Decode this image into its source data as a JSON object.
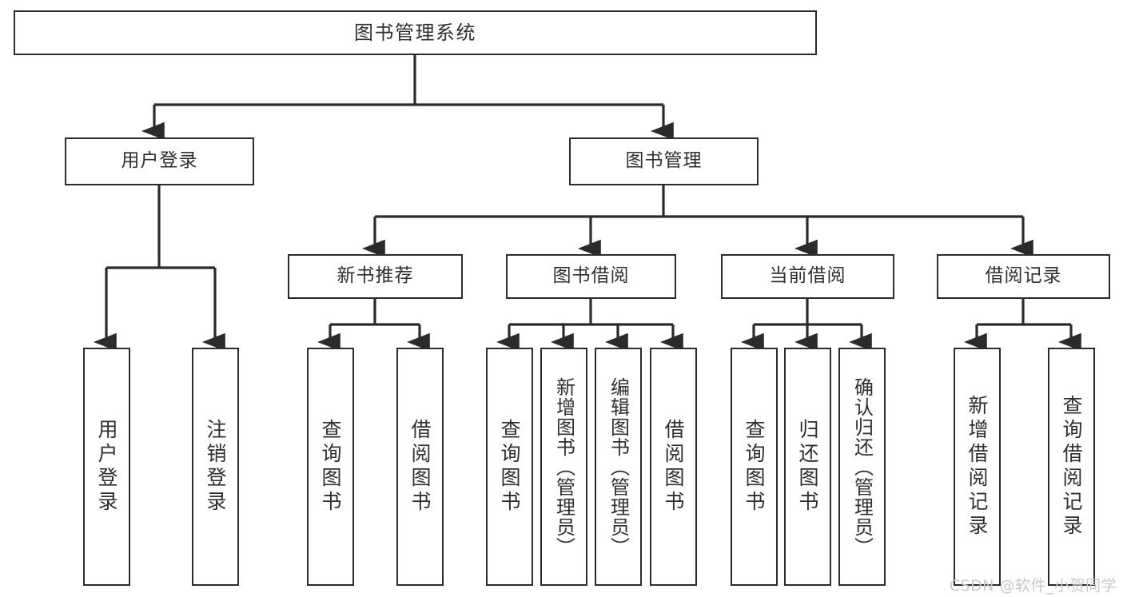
{
  "diagram": {
    "type": "tree",
    "title": "图书管理系统",
    "background_color": "#ffffff",
    "line_color": "#2b2b2b",
    "text_color": "#2f2f2f"
  },
  "root": {
    "label": "图书管理系统"
  },
  "level2": [
    {
      "label": "用户登录"
    },
    {
      "label": "图书管理"
    }
  ],
  "level3": [
    {
      "label": "新书推荐"
    },
    {
      "label": "图书借阅"
    },
    {
      "label": "当前借阅"
    },
    {
      "label": "借阅记录"
    }
  ],
  "leaves": {
    "user_login": [
      {
        "label": "用户登录"
      },
      {
        "label": "注销登录"
      }
    ],
    "new_book": [
      {
        "label": "查询图书"
      },
      {
        "label": "借阅图书"
      }
    ],
    "book_borrow": [
      {
        "label": "查询图书"
      },
      {
        "label": "新增图书（管理员）"
      },
      {
        "label": "编辑图书（管理员）"
      },
      {
        "label": "借阅图书"
      }
    ],
    "current_borrow": [
      {
        "label": "查询图书"
      },
      {
        "label": "归还图书"
      },
      {
        "label": "确认归还（管理员）"
      }
    ],
    "borrow_record": [
      {
        "label": "新增借阅记录"
      },
      {
        "label": "查询借阅记录"
      }
    ]
  },
  "watermark": {
    "text": "CSDN @软件_小贺同学",
    "color": "#c9c9c9"
  }
}
